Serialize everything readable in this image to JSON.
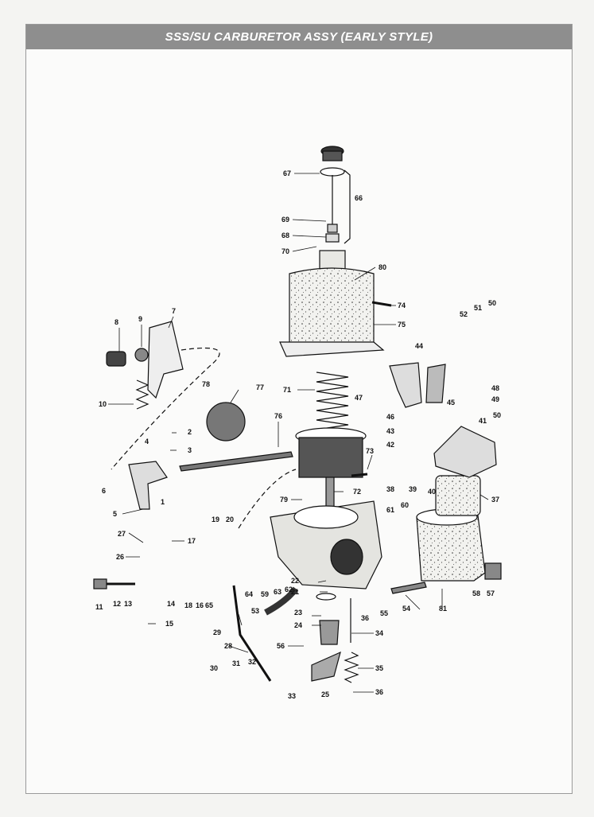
{
  "header": {
    "title": "SSS/SU CARBURETOR ASSY (EARLY STYLE)"
  },
  "parts": [
    {
      "id": "p67",
      "label": "67"
    },
    {
      "id": "p66",
      "label": "66"
    },
    {
      "id": "p69",
      "label": "69"
    },
    {
      "id": "p68",
      "label": "68"
    },
    {
      "id": "p70",
      "label": "70"
    },
    {
      "id": "p80",
      "label": "80"
    },
    {
      "id": "p74",
      "label": "74"
    },
    {
      "id": "p75",
      "label": "75"
    },
    {
      "id": "p51",
      "label": "51"
    },
    {
      "id": "p50a",
      "label": "50"
    },
    {
      "id": "p52",
      "label": "52"
    },
    {
      "id": "p44",
      "label": "44"
    },
    {
      "id": "p8",
      "label": "8"
    },
    {
      "id": "p9",
      "label": "9"
    },
    {
      "id": "p7",
      "label": "7"
    },
    {
      "id": "p71",
      "label": "71"
    },
    {
      "id": "p47",
      "label": "47"
    },
    {
      "id": "p48",
      "label": "48"
    },
    {
      "id": "p49",
      "label": "49"
    },
    {
      "id": "p10",
      "label": "10"
    },
    {
      "id": "p78",
      "label": "78"
    },
    {
      "id": "p77",
      "label": "77"
    },
    {
      "id": "p45",
      "label": "45"
    },
    {
      "id": "p46",
      "label": "46"
    },
    {
      "id": "p41",
      "label": "41"
    },
    {
      "id": "p50b",
      "label": "50"
    },
    {
      "id": "p2",
      "label": "2"
    },
    {
      "id": "p43",
      "label": "43"
    },
    {
      "id": "p3",
      "label": "3"
    },
    {
      "id": "p76",
      "label": "76"
    },
    {
      "id": "p42",
      "label": "42"
    },
    {
      "id": "p4",
      "label": "4"
    },
    {
      "id": "p73",
      "label": "73"
    },
    {
      "id": "p38",
      "label": "38"
    },
    {
      "id": "p39",
      "label": "39"
    },
    {
      "id": "p40",
      "label": "40"
    },
    {
      "id": "p6",
      "label": "6"
    },
    {
      "id": "p1",
      "label": "1"
    },
    {
      "id": "p72",
      "label": "72"
    },
    {
      "id": "p79",
      "label": "79"
    },
    {
      "id": "p37",
      "label": "37"
    },
    {
      "id": "p5",
      "label": "5"
    },
    {
      "id": "p61",
      "label": "61"
    },
    {
      "id": "p60",
      "label": "60"
    },
    {
      "id": "p19",
      "label": "19"
    },
    {
      "id": "p20",
      "label": "20"
    },
    {
      "id": "p27",
      "label": "27"
    },
    {
      "id": "p17",
      "label": "17"
    },
    {
      "id": "p26",
      "label": "26"
    },
    {
      "id": "p22",
      "label": "22"
    },
    {
      "id": "p21",
      "label": "21"
    },
    {
      "id": "p11",
      "label": "11"
    },
    {
      "id": "p12",
      "label": "12"
    },
    {
      "id": "p13",
      "label": "13"
    },
    {
      "id": "p18",
      "label": "18"
    },
    {
      "id": "p16",
      "label": "16"
    },
    {
      "id": "p65",
      "label": "65"
    },
    {
      "id": "p64",
      "label": "64"
    },
    {
      "id": "p59",
      "label": "59"
    },
    {
      "id": "p63",
      "label": "63"
    },
    {
      "id": "p62",
      "label": "62"
    },
    {
      "id": "p58",
      "label": "58"
    },
    {
      "id": "p57",
      "label": "57"
    },
    {
      "id": "p14",
      "label": "14"
    },
    {
      "id": "p53",
      "label": "53"
    },
    {
      "id": "p23",
      "label": "23"
    },
    {
      "id": "p36a",
      "label": "36"
    },
    {
      "id": "p55",
      "label": "55"
    },
    {
      "id": "p54",
      "label": "54"
    },
    {
      "id": "p81",
      "label": "81"
    },
    {
      "id": "p15",
      "label": "15"
    },
    {
      "id": "p24",
      "label": "24"
    },
    {
      "id": "p29",
      "label": "29"
    },
    {
      "id": "p34",
      "label": "34"
    },
    {
      "id": "p28",
      "label": "28"
    },
    {
      "id": "p56",
      "label": "56"
    },
    {
      "id": "p35",
      "label": "35"
    },
    {
      "id": "p30",
      "label": "30"
    },
    {
      "id": "p31",
      "label": "31"
    },
    {
      "id": "p32",
      "label": "32"
    },
    {
      "id": "p33",
      "label": "33"
    },
    {
      "id": "p25",
      "label": "25"
    },
    {
      "id": "p36b",
      "label": "36"
    }
  ]
}
